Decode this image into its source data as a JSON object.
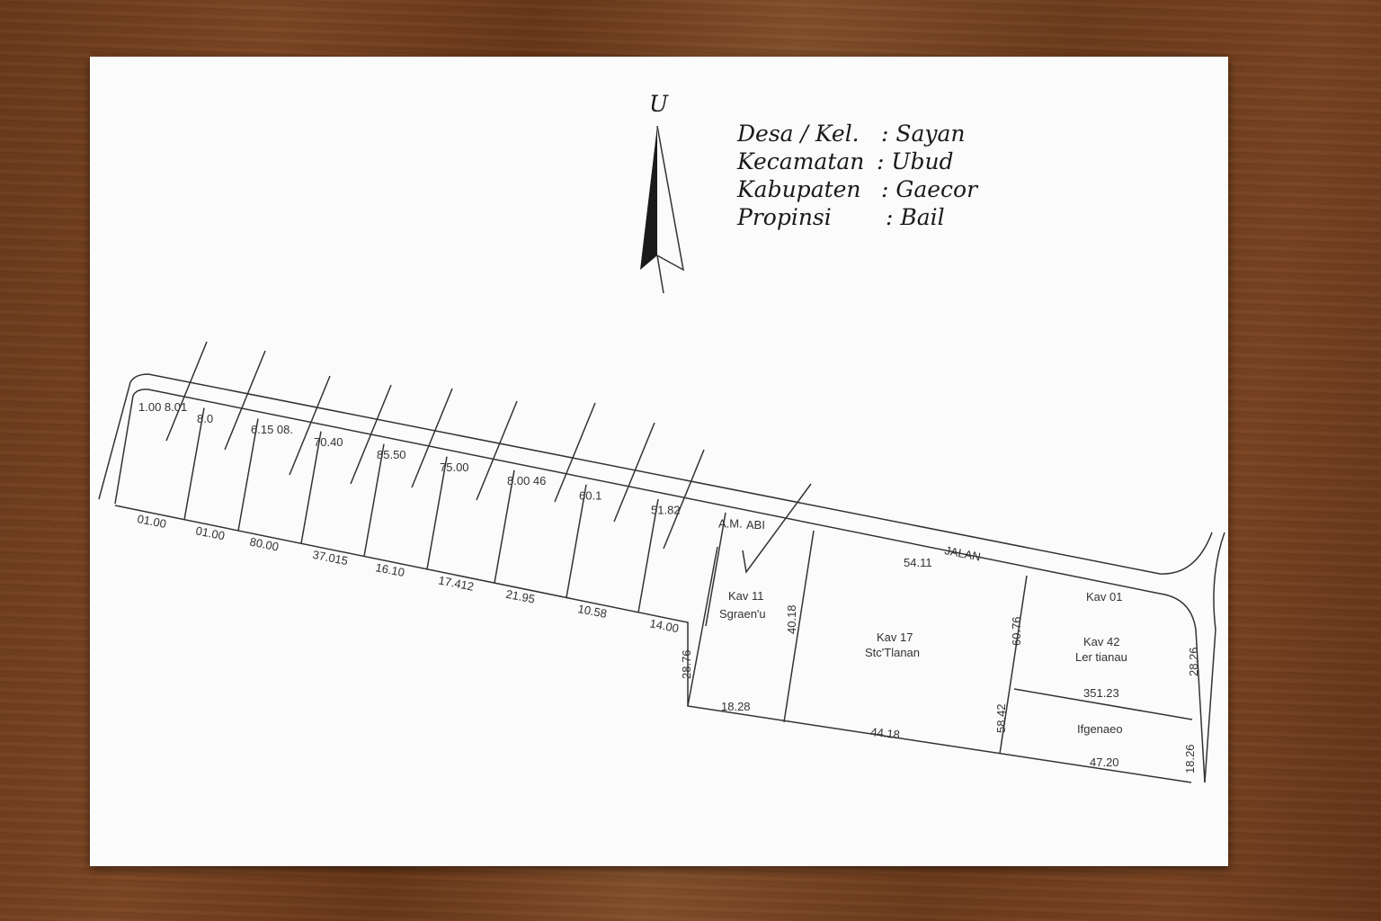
{
  "north_arrow": {
    "label": "U"
  },
  "info": [
    {
      "label": "Desa / Kel.",
      "value": ": Sayan"
    },
    {
      "label": "Kecamatan",
      "value": ": Ubud"
    },
    {
      "label": "Kabupaten",
      "value": ": Gaecor"
    },
    {
      "label": "Propinsi",
      "value": ": Bail"
    }
  ],
  "road_label": "JALAN",
  "strip_lots": {
    "top_labels": [
      "1.00 8.01",
      "8.0",
      "6.15 08.",
      "70.40",
      "85.50",
      "75.00",
      "8.00 46",
      "60.1",
      "51.82",
      "A.M."
    ],
    "bottom_labels": [
      "01.00",
      "01.00",
      "80.00",
      "37.015",
      "16.10",
      "17.412",
      "21.95",
      "10.58",
      "14.00"
    ]
  },
  "large_lots": {
    "lot_a": {
      "name": "Kav 11",
      "owner": "Sgraen'u",
      "side": "40.18",
      "bottom": "18.28",
      "left": "28.76",
      "top": "ABI"
    },
    "lot_b": {
      "name": "Kav 17",
      "owner": "Stc'Tlanan",
      "bottom": "44.18",
      "top": "54.11",
      "right": "60.76"
    },
    "lot_c": {
      "name": "Kav 42",
      "owner": "Ler tianau",
      "top": "Kav 01",
      "bottom": "351.23",
      "right": "28.26"
    },
    "lot_d": {
      "owner": "Ifgenaeo",
      "bottom": "47.20",
      "left": "58.42",
      "right": "18.26"
    }
  }
}
